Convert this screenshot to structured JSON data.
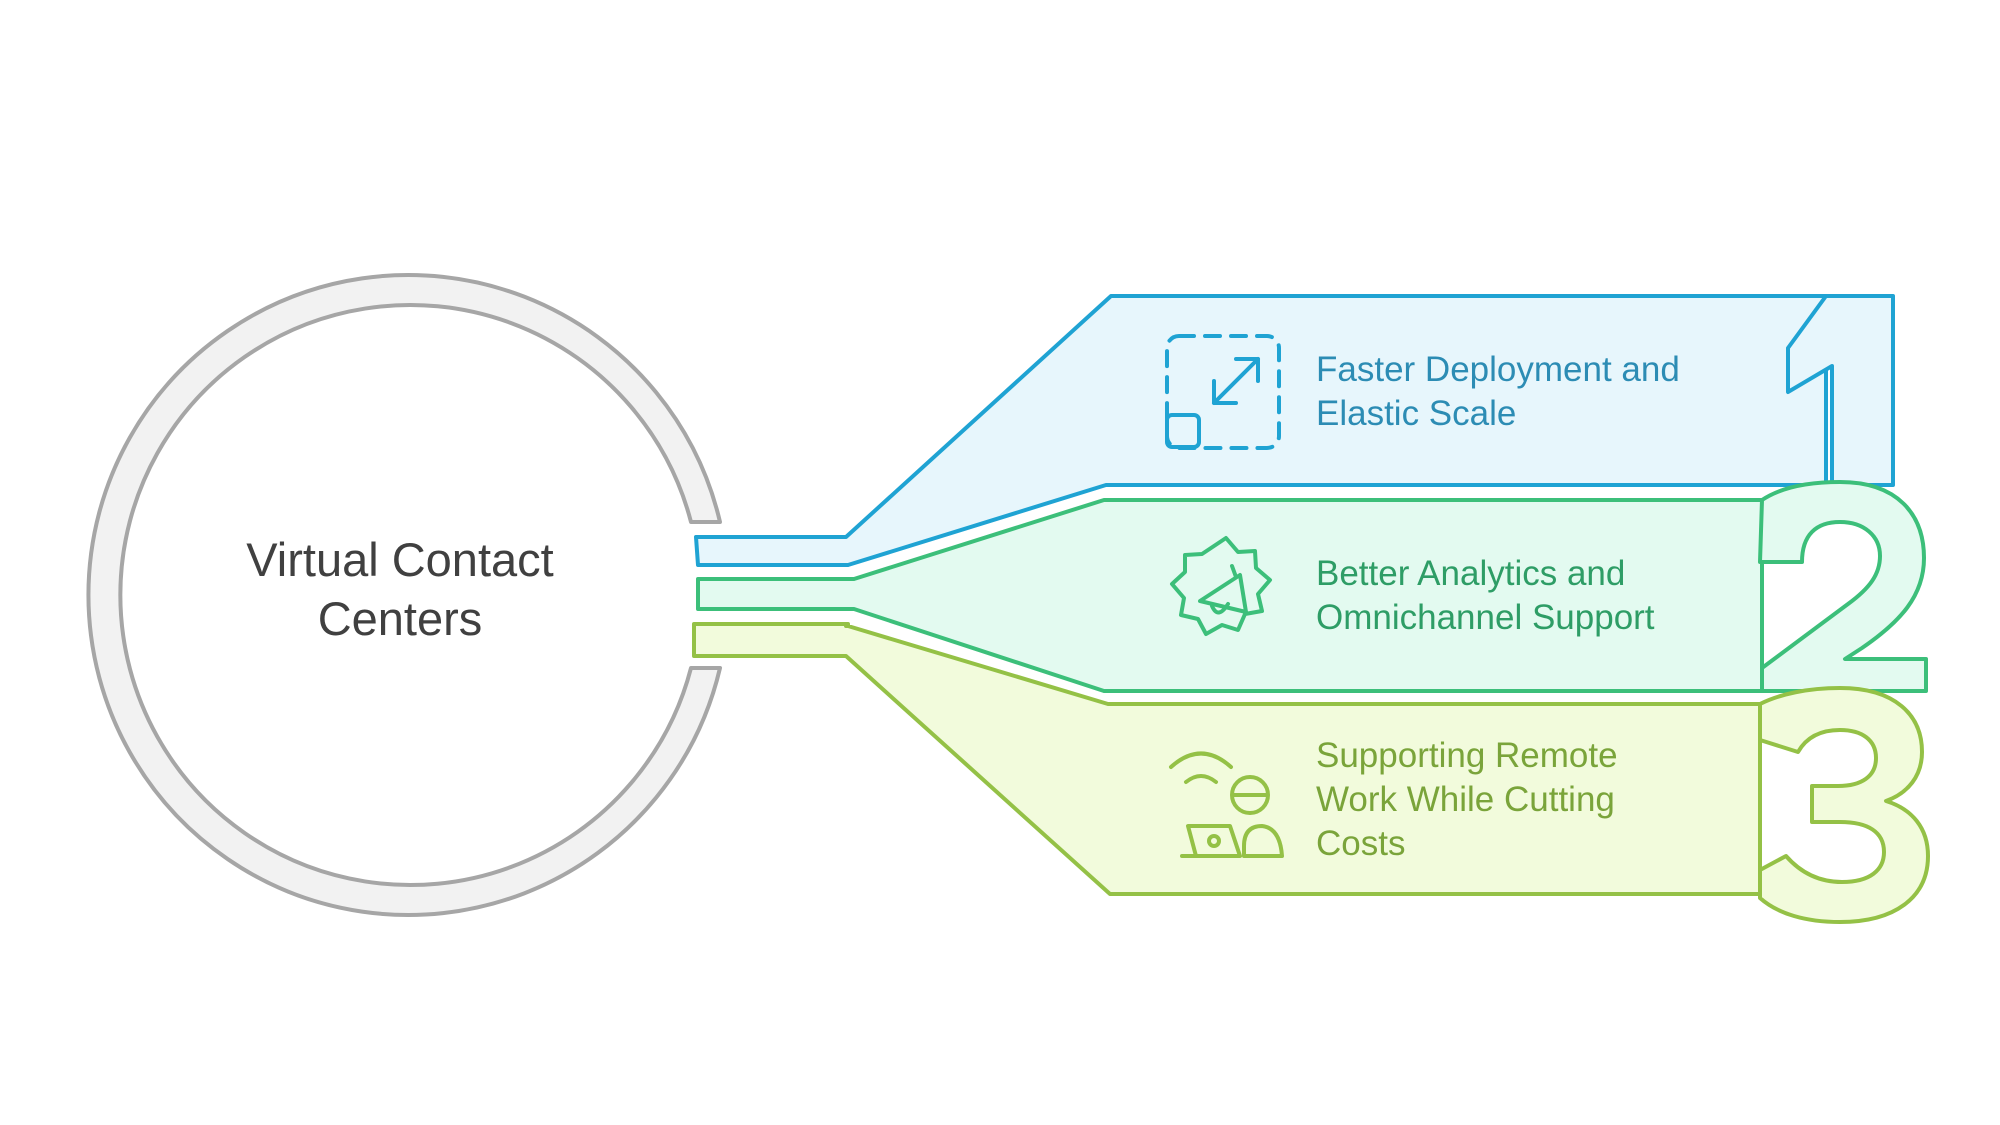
{
  "hub": {
    "title_lines": [
      "Virtual Contact",
      "Centers"
    ],
    "color": "#404040",
    "ring_stroke": "#a6a6a6",
    "ring_fill": "#f2f2f2"
  },
  "items": [
    {
      "number": "1",
      "text_lines": [
        "Faster Deployment and",
        "Elastic Scale"
      ],
      "icon": "resize-arrows-icon",
      "stroke": "#1fa3d3",
      "fill": "#e7f6fc",
      "text_color": "#2c8cb4"
    },
    {
      "number": "2",
      "text_lines": [
        "Better Analytics and",
        "Omnichannel Support"
      ],
      "icon": "gear-megaphone-icon",
      "stroke": "#3cbf7a",
      "fill": "#e3faf0",
      "text_color": "#2e9d66"
    },
    {
      "number": "3",
      "text_lines": [
        "Supporting Remote",
        "Work While Cutting",
        "Costs"
      ],
      "icon": "remote-worker-icon",
      "stroke": "#94c146",
      "fill": "#f2fbdc",
      "text_color": "#7aa43a"
    }
  ]
}
